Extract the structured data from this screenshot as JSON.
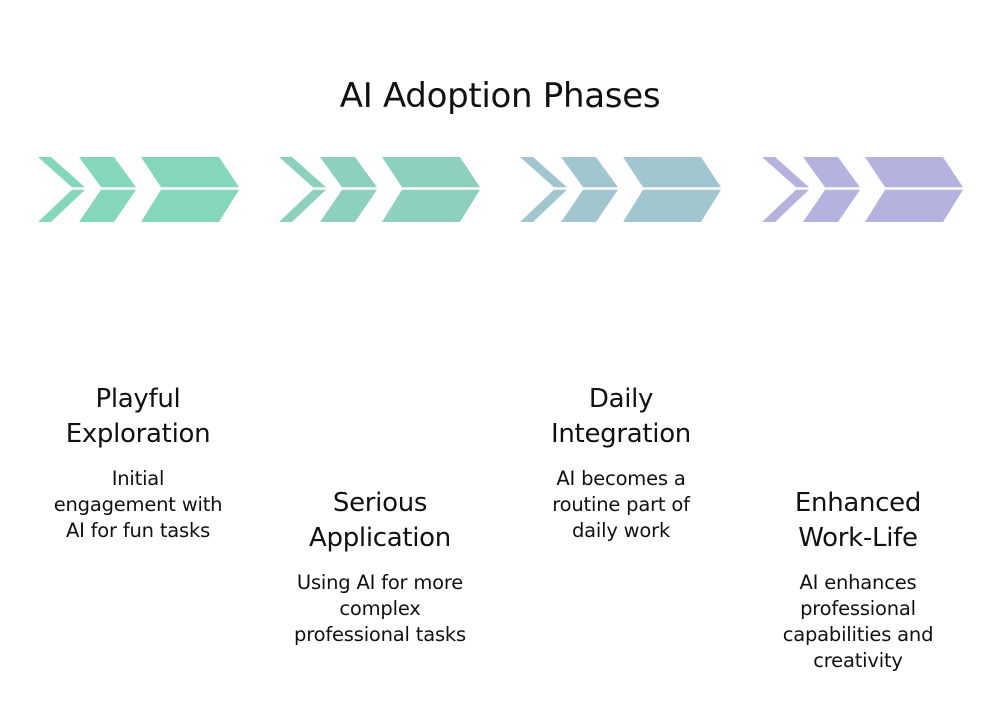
{
  "title": "AI Adoption Phases",
  "phases": [
    {
      "name_line1": "Playful",
      "name_line2": "Exploration",
      "desc_lines": [
        "Initial",
        "engagement with",
        "AI for fun tasks"
      ],
      "color": "#84D8B9",
      "arrow_icon": "triple-chevron-right-icon"
    },
    {
      "name_line1": "Serious",
      "name_line2": "Application",
      "desc_lines": [
        "Using AI for more",
        "complex",
        "professional tasks"
      ],
      "color": "#8DD0BE",
      "arrow_icon": "triple-chevron-right-icon"
    },
    {
      "name_line1": "Daily",
      "name_line2": "Integration",
      "desc_lines": [
        "AI becomes a",
        "routine part of",
        "daily work"
      ],
      "color": "#A2C6D0",
      "arrow_icon": "triple-chevron-right-icon"
    },
    {
      "name_line1": "Enhanced",
      "name_line2": "Work-Life",
      "desc_lines": [
        "AI enhances",
        "professional",
        "capabilities and",
        "creativity"
      ],
      "color": "#B4B3E0",
      "arrow_icon": "triple-chevron-right-icon"
    }
  ]
}
